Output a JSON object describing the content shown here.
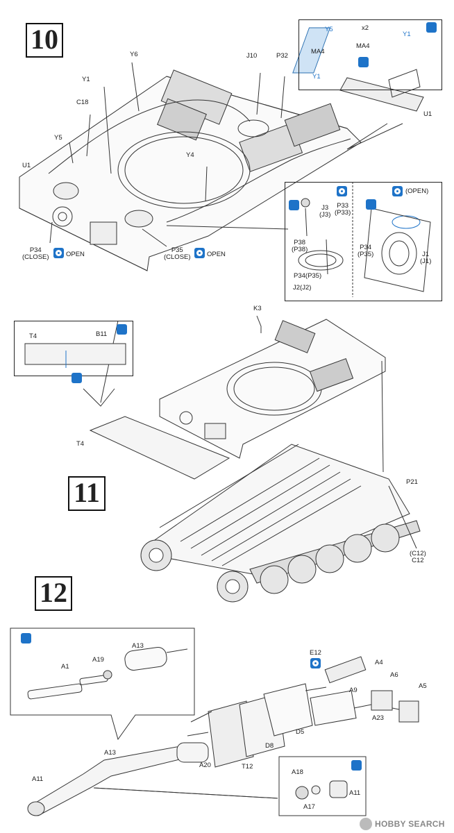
{
  "steps": {
    "s10": "10",
    "s11": "11",
    "s12": "12"
  },
  "labels": {
    "y6": "Y6",
    "y1": "Y1",
    "c18": "C18",
    "y5": "Y5",
    "u1": "U1",
    "j10": "J10",
    "p32": "P32",
    "y4": "Y4",
    "p34": "P34\n(CLOSE)",
    "open1": "OPEN",
    "p35": "P35\n(CLOSE)",
    "open2": "OPEN",
    "inset_y5": "Y5",
    "inset_x2": "x2",
    "inset_ma4a": "MA4",
    "inset_ma4b": "MA4",
    "inset_y1a": "Y1",
    "inset_y1b": "Y1",
    "inset_u1": "U1",
    "d_j3": "J3\n(J3)",
    "d_p33": "P33\n(P33)",
    "d_p38": "P38\n(P38)",
    "d_p3435": "P34(P35)",
    "d_j2": "J2(J2)",
    "d_open": "(OPEN)",
    "d_p34": "P34\n(P35)",
    "d_j1": "J1\n(J1)",
    "k3": "K3",
    "t4_inset": "T4",
    "b11": "B11",
    "t4": "T4",
    "p21": "P21",
    "c12": "(C12)\nC12",
    "a13_top": "A13",
    "a19": "A19",
    "a1": "A1",
    "e12": "E12",
    "a4": "A4",
    "a6": "A6",
    "a5": "A5",
    "a9": "A9",
    "a23": "A23",
    "d5": "D5",
    "d8": "D8",
    "t12": "T12",
    "a20": "A20",
    "a13": "A13",
    "a11": "A11",
    "a18": "A18",
    "a11b": "A11",
    "a17": "A17"
  },
  "watermark": "HOBBY SEARCH",
  "icons": [
    "glue-icon",
    "open-close-icon",
    "paint-icon",
    "cement-icon"
  ]
}
